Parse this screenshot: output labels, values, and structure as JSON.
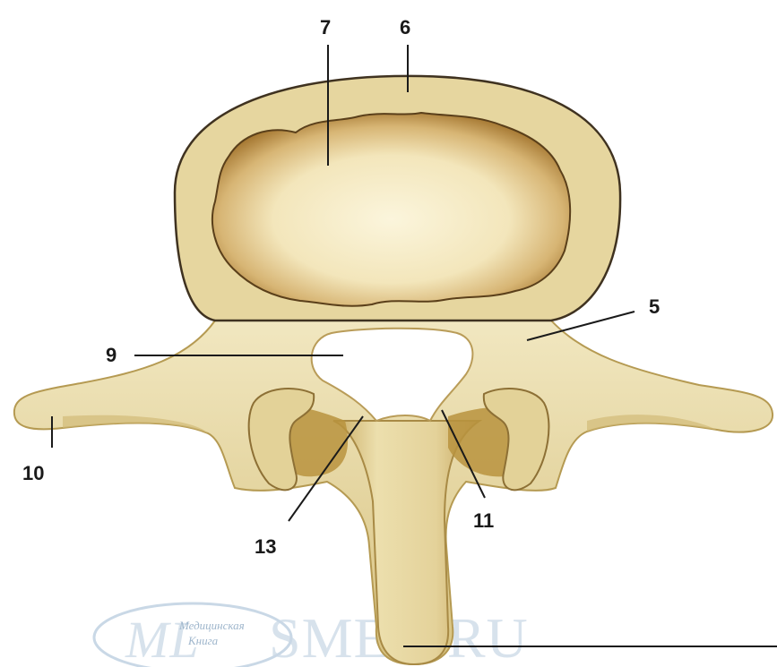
{
  "diagram": {
    "labels": {
      "l7": "7",
      "l6": "6",
      "l5": "5",
      "l9": "9",
      "l10": "10",
      "l13": "13",
      "l11": "11"
    },
    "watermark": {
      "logo_letters": "ML",
      "logo_text_top": "Медицинская",
      "logo_text_bottom": "Книга",
      "site": "SMED.RU"
    },
    "colors": {
      "bone_light": "#eadfae",
      "bone_mid": "#dac886",
      "bone_shadow": "#b9933e",
      "body_outline": "#4a3a1c",
      "cancellous_center": "#f7efd0",
      "cancellous_edge": "#9a6a23",
      "foramen": "#ffffff",
      "leader": "#1a1a1a"
    }
  }
}
